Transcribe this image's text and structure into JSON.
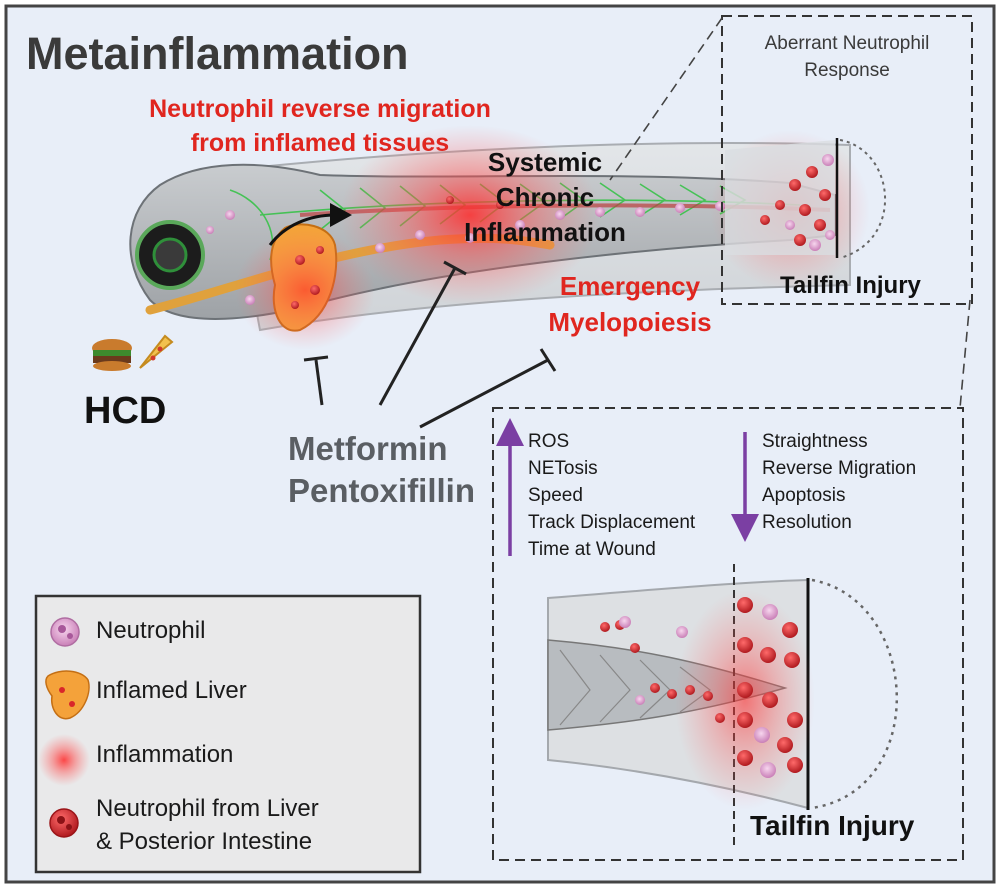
{
  "title": "Metainflammation",
  "reverse_migration": [
    "Neutrophil reverse migration",
    "from inflamed tissues"
  ],
  "systemic": [
    "Systemic",
    "Chronic",
    "Inflammation"
  ],
  "emergency": [
    "Emergency",
    "Myelopoiesis"
  ],
  "hcd": "HCD",
  "drugs": [
    "Metformin",
    "Pentoxifillin"
  ],
  "aberrant": [
    "Aberrant Neutrophil",
    "Response"
  ],
  "tailfin_top": "Tailfin Injury",
  "tailfin_bottom": "Tailfin Injury",
  "increased": [
    "ROS",
    "NETosis",
    "Speed",
    "Track Displacement",
    "Time at Wound"
  ],
  "decreased": [
    "Straightness",
    "Reverse Migration",
    "Apoptosis",
    "Resolution"
  ],
  "legend": [
    {
      "icon": "neutrophil-icon",
      "label": "Neutrophil"
    },
    {
      "icon": "inflamed-liver-icon",
      "label": "Inflamed Liver"
    },
    {
      "icon": "inflammation-icon",
      "label": "Inflammation"
    },
    {
      "icon": "neutrophil-liver-icon",
      "label": [
        "Neutrophil from Liver",
        "& Posterior Intestine"
      ]
    }
  ],
  "colors": {
    "background": "#e8eef8",
    "highlight_red": "#e0261f",
    "neutrophil_pink": "#e7a6d4",
    "neutrophil_red": "#d9262a",
    "liver_orange": "#f29a2e",
    "arrow_purple": "#7b3fa3"
  }
}
